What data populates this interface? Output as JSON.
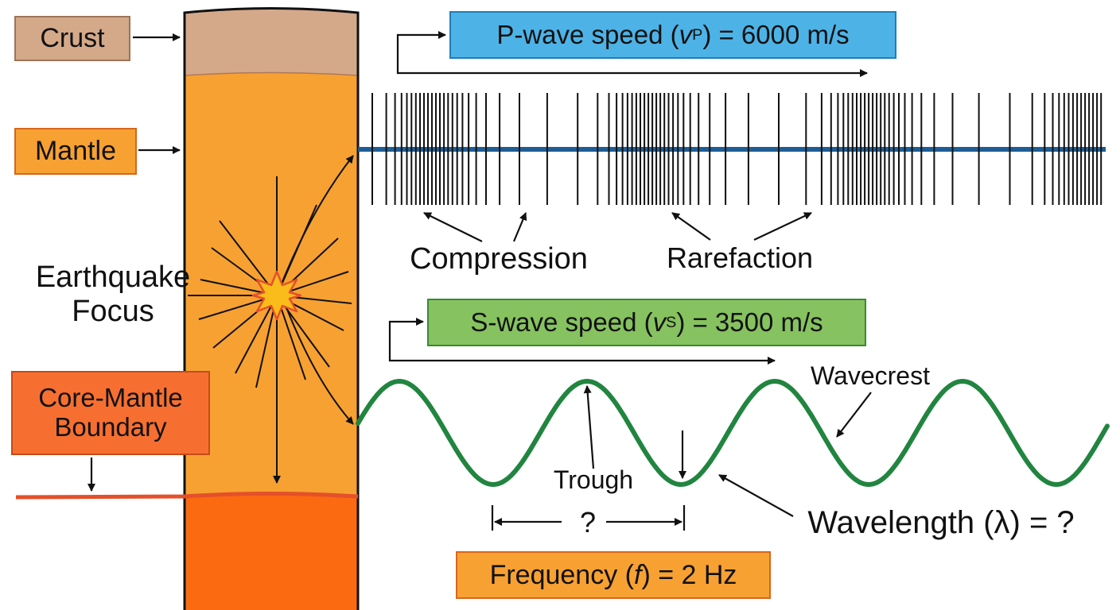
{
  "layers": {
    "crust": "Crust",
    "mantle": "Mantle",
    "core_mantle_boundary": [
      "Core-Mantle",
      "Boundary"
    ]
  },
  "focus": [
    "Earthquake",
    "Focus"
  ],
  "p_wave": {
    "prefix": "P-wave speed (",
    "symbol": "v",
    "subscript": "P",
    "suffix": ") = 6000 m/s",
    "compression_label": "Compression",
    "rarefaction_label": "Rarefaction"
  },
  "s_wave": {
    "prefix": "S-wave speed (",
    "symbol": "v",
    "subscript": "S",
    "suffix": ") = 3500 m/s",
    "wavecrest_label": "Wavecrest",
    "trough_label": "Trough",
    "wavelength_label": "Wavelength (λ) = ?",
    "question_mark": "?"
  },
  "frequency": {
    "prefix": "Frequency (",
    "symbol": "f",
    "suffix": ") = 2 Hz"
  },
  "colors": {
    "crust": "#d4a98a",
    "mantle": "#f7a132",
    "core": "#fb6a10",
    "mantle_label_fill": "#f7a133",
    "cmb_label_fill": "#f66f31",
    "p_box_fill": "#4db3e6",
    "p_box_border": "#1f7db6",
    "s_box_fill": "#86c25f",
    "s_box_border": "#3a8a34",
    "freq_box_fill": "#f7a133",
    "s_wave": "#218540",
    "p_axis": "#1e5d94",
    "cmb_line": "#e4502a",
    "focus_star": "#f9bc1a"
  }
}
